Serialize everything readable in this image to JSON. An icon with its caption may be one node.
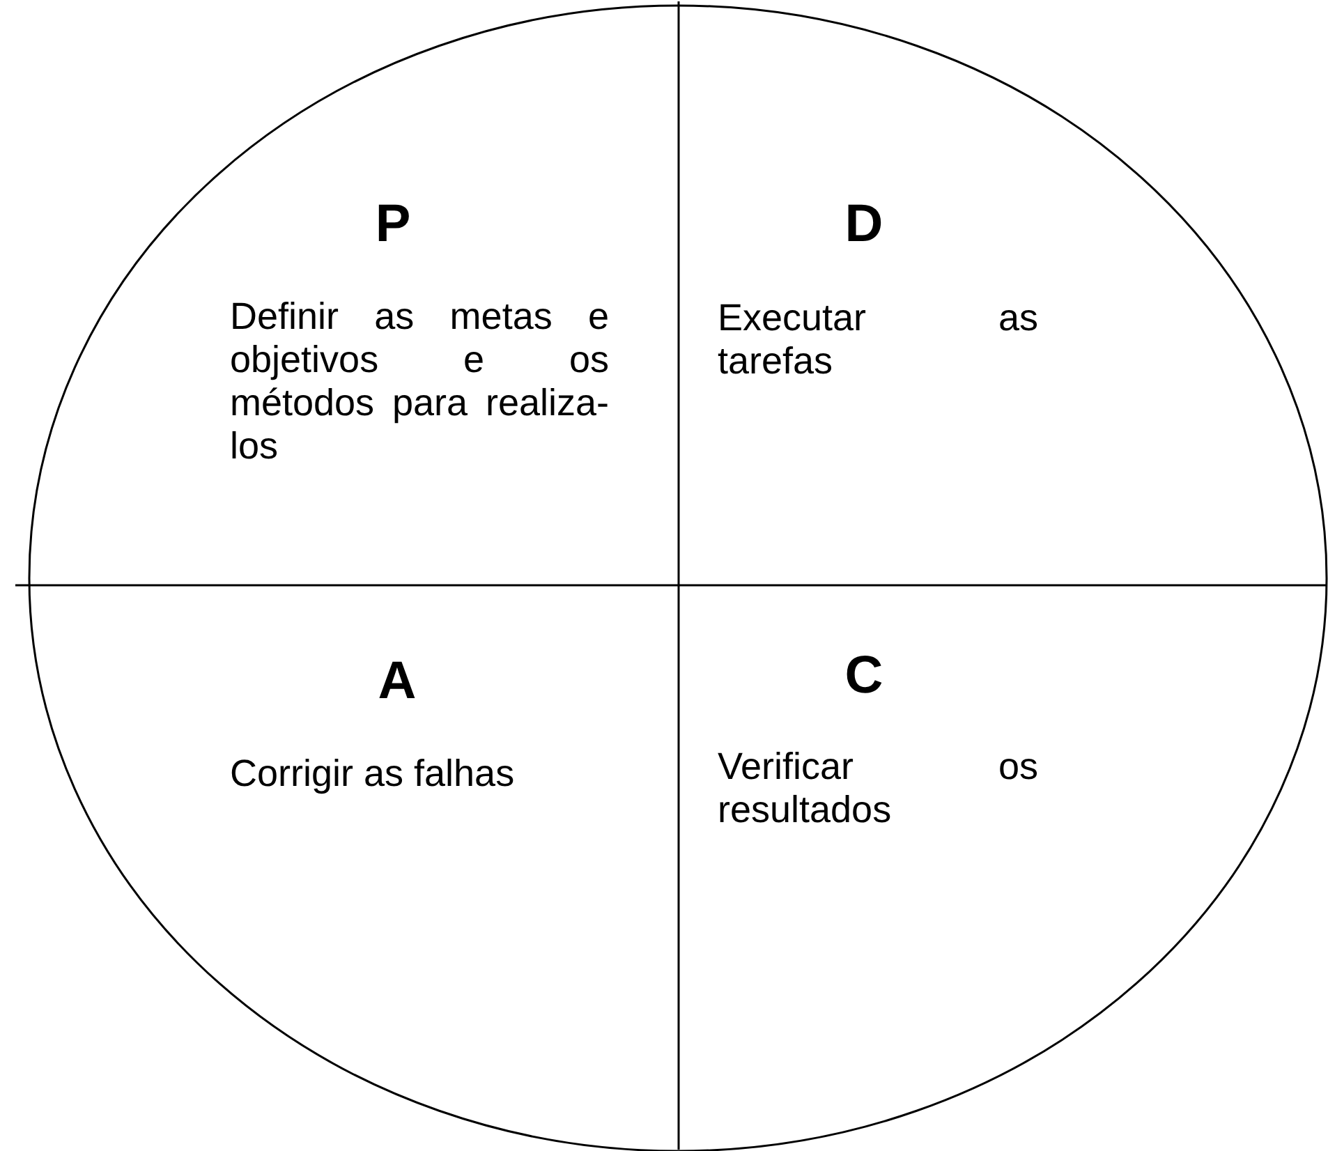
{
  "diagram": {
    "nodes": [
      {
        "text": [],
        "shape": "circle"
      },
      {
        "text": [
          "P",
          "Definir as metas e objetivos e os métodos para realiza-los"
        ],
        "in": 0
      },
      {
        "text": [
          "D",
          "Executar as tarefas"
        ],
        "in": 0
      },
      {
        "text": [
          "A",
          "Corrigir as falhas"
        ],
        "in": 0
      },
      {
        "text": [
          "C",
          "Verificar os resultados"
        ],
        "in": 0
      }
    ]
  }
}
